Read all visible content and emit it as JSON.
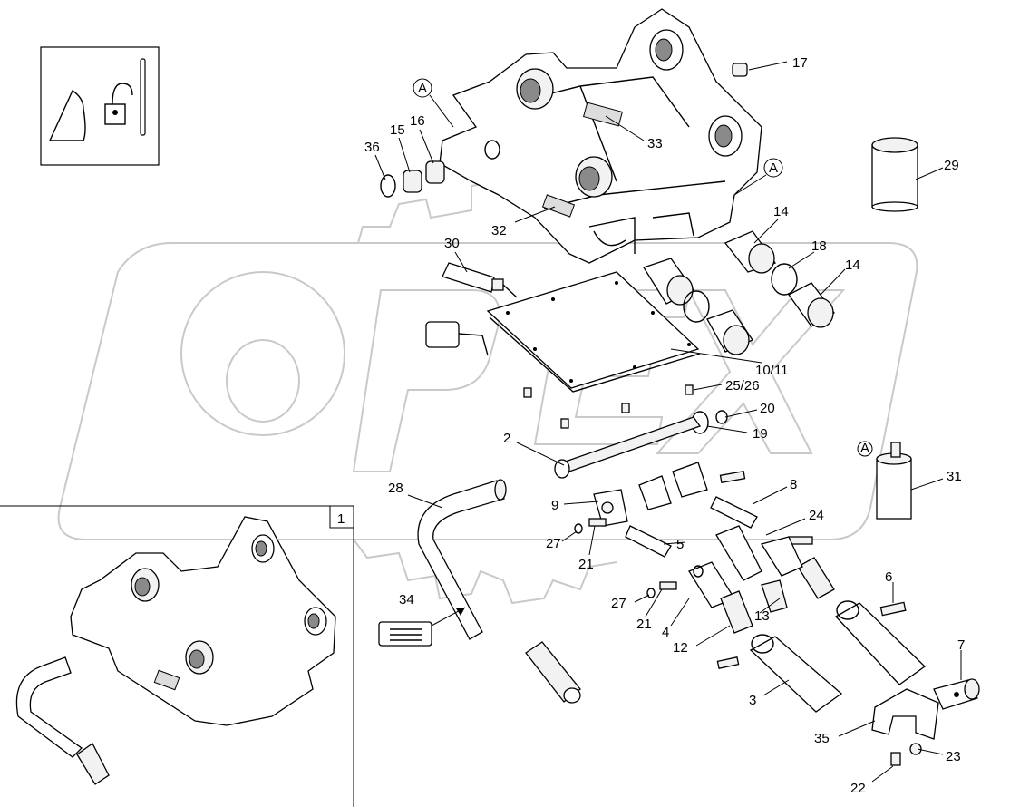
{
  "callouts": [
    {
      "id": "17",
      "text": "17"
    },
    {
      "id": "33",
      "text": "33"
    },
    {
      "id": "15",
      "text": "15"
    },
    {
      "id": "16",
      "text": "16"
    },
    {
      "id": "36",
      "text": "36"
    },
    {
      "id": "32",
      "text": "32"
    },
    {
      "id": "29",
      "text": "29"
    },
    {
      "id": "14a",
      "text": "14"
    },
    {
      "id": "18",
      "text": "18"
    },
    {
      "id": "14b",
      "text": "14"
    },
    {
      "id": "30",
      "text": "30"
    },
    {
      "id": "10_11",
      "text": "10/11"
    },
    {
      "id": "25_26",
      "text": "25/26"
    },
    {
      "id": "20",
      "text": "20"
    },
    {
      "id": "19",
      "text": "19"
    },
    {
      "id": "2",
      "text": "2"
    },
    {
      "id": "31",
      "text": "31"
    },
    {
      "id": "28",
      "text": "28"
    },
    {
      "id": "8",
      "text": "8"
    },
    {
      "id": "9",
      "text": "9"
    },
    {
      "id": "24",
      "text": "24"
    },
    {
      "id": "5",
      "text": "5"
    },
    {
      "id": "27a",
      "text": "27"
    },
    {
      "id": "21a",
      "text": "21"
    },
    {
      "id": "6",
      "text": "6"
    },
    {
      "id": "34",
      "text": "34"
    },
    {
      "id": "27b",
      "text": "27"
    },
    {
      "id": "13",
      "text": "13"
    },
    {
      "id": "21b",
      "text": "21"
    },
    {
      "id": "4",
      "text": "4"
    },
    {
      "id": "12",
      "text": "12"
    },
    {
      "id": "7",
      "text": "7"
    },
    {
      "id": "3",
      "text": "3"
    },
    {
      "id": "35",
      "text": "35"
    },
    {
      "id": "23",
      "text": "23"
    },
    {
      "id": "22",
      "text": "22"
    }
  ],
  "markers": [
    {
      "id": "a1",
      "text": "A"
    },
    {
      "id": "a2",
      "text": "A"
    },
    {
      "id": "a3",
      "text": "A"
    }
  ],
  "inset": {
    "number": "1"
  },
  "watermark": {
    "text": "OPEX"
  }
}
